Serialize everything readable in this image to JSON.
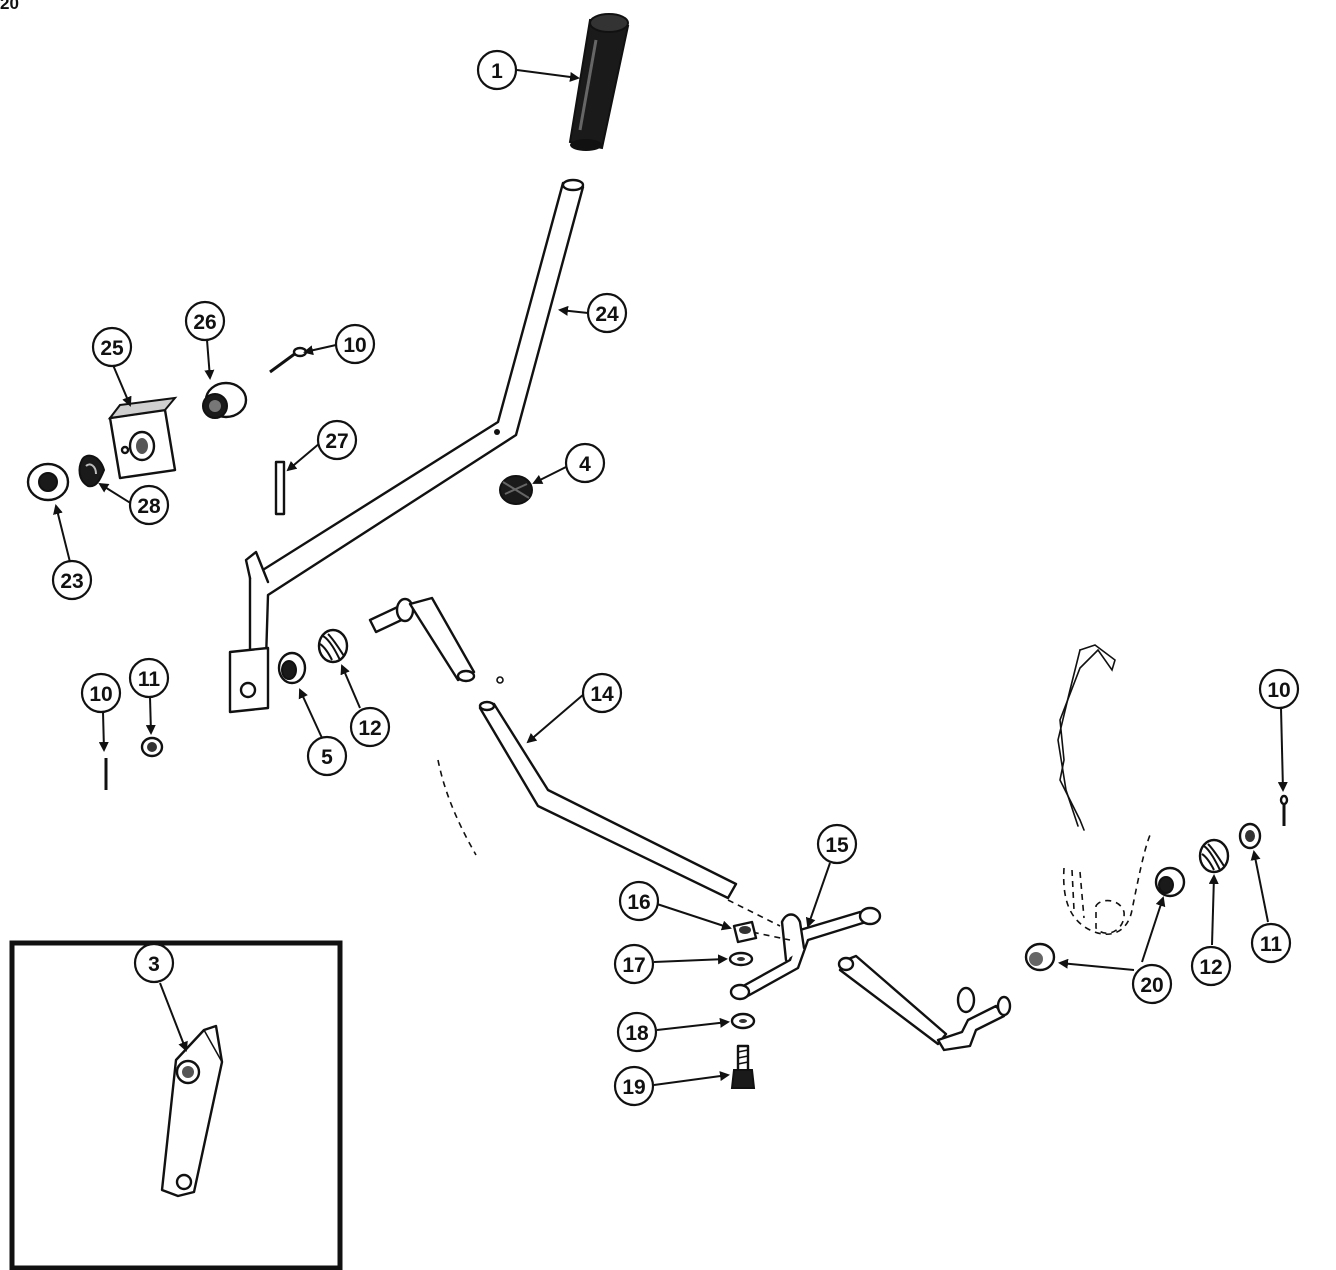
{
  "page_number": "20",
  "callouts": [
    {
      "id": "c1",
      "text": "1"
    },
    {
      "id": "c24",
      "text": "24"
    },
    {
      "id": "c26",
      "text": "26"
    },
    {
      "id": "c10a",
      "text": "10"
    },
    {
      "id": "c25",
      "text": "25"
    },
    {
      "id": "c27",
      "text": "27"
    },
    {
      "id": "c4",
      "text": "4"
    },
    {
      "id": "c28",
      "text": "28"
    },
    {
      "id": "c23",
      "text": "23"
    },
    {
      "id": "c14",
      "text": "14"
    },
    {
      "id": "c10b",
      "text": "10"
    },
    {
      "id": "c11a",
      "text": "11"
    },
    {
      "id": "c5",
      "text": "5"
    },
    {
      "id": "c12a",
      "text": "12"
    },
    {
      "id": "c10c",
      "text": "10"
    },
    {
      "id": "c15",
      "text": "15"
    },
    {
      "id": "c16",
      "text": "16"
    },
    {
      "id": "c17",
      "text": "17"
    },
    {
      "id": "c18",
      "text": "18"
    },
    {
      "id": "c19",
      "text": "19"
    },
    {
      "id": "c20",
      "text": "20"
    },
    {
      "id": "c12b",
      "text": "12"
    },
    {
      "id": "c11b",
      "text": "11"
    },
    {
      "id": "c3",
      "text": "3"
    }
  ]
}
